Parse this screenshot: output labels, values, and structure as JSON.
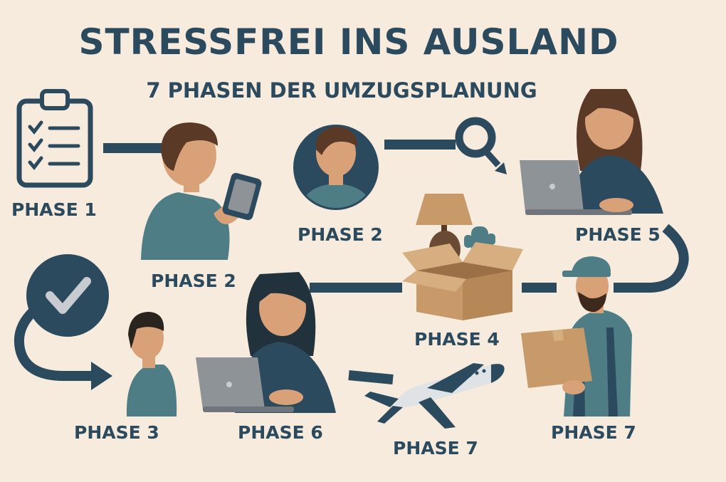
{
  "title": "STRESSFREI INS AUSLAND",
  "subtitle": "7 PHASEN DER UMZUGSPLANUNG",
  "colors": {
    "background": "#f6ebdd",
    "navy": "#2c4a5e",
    "teal": "#4f7d86",
    "skin": "#d9a178",
    "hair": "#5a3a26",
    "cardboard": "#c89a6a",
    "laptop": "#8e9398"
  },
  "phases": [
    {
      "label": "PHASE 1",
      "icon": "clipboard-checklist-icon"
    },
    {
      "label": "PHASE 2",
      "icon": "man-with-phone-illustration"
    },
    {
      "label": "PHASE 2",
      "icon": "person-portrait-circle-icon"
    },
    {
      "label": "PHASE 5",
      "icon": "woman-with-laptop-illustration"
    },
    {
      "label": "PHASE 4",
      "icon": "moving-box-illustration"
    },
    {
      "label": "PHASE 3",
      "icon": "person-standing-illustration"
    },
    {
      "label": "PHASE 6",
      "icon": "woman-with-laptop-illustration"
    },
    {
      "label": "PHASE 7",
      "icon": "airplane-icon"
    },
    {
      "label": "PHASE 7",
      "icon": "mover-carrying-box-illustration"
    }
  ]
}
